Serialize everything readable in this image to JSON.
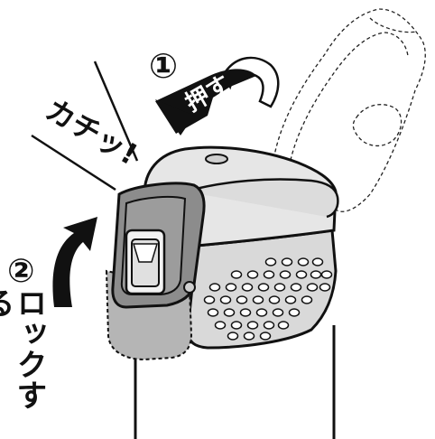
{
  "labels": {
    "step1_number": "①",
    "step1_action": "押す",
    "click_sound": "カチッ!",
    "step2_number": "②",
    "step2_action": "ロックする"
  },
  "colors": {
    "outline": "#111111",
    "cap_top": "#e6e6e6",
    "cap_side": "#cfcfcf",
    "lock_dark": "#8c8c8c",
    "lock_light": "#b5b5b5"
  },
  "icons": [
    "curved-arrow-icon",
    "vent-hole-icon"
  ]
}
